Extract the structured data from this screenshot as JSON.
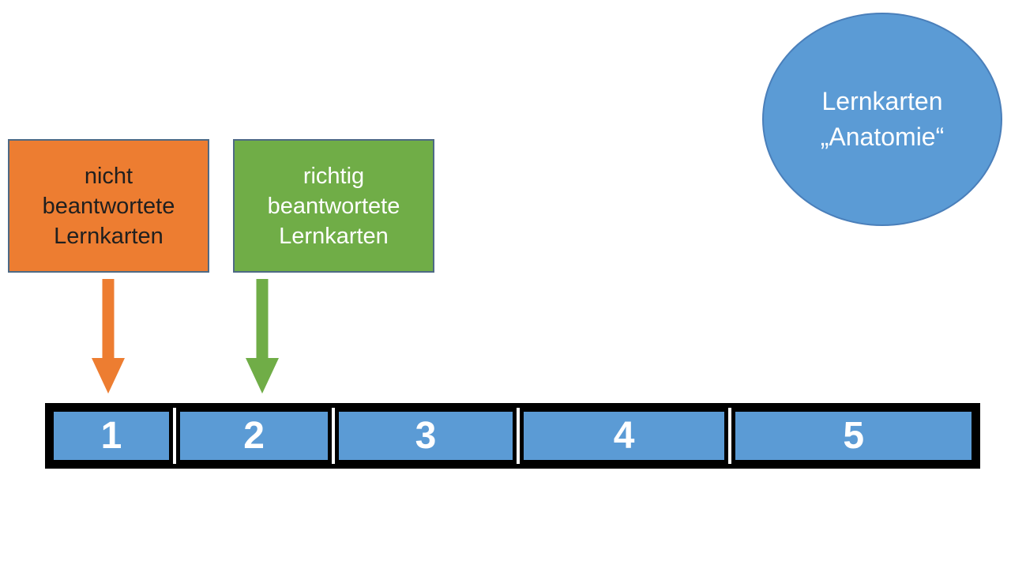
{
  "diagram": {
    "description_colors": {
      "orange_fill": "#ED7D31",
      "green_fill": "#70AD47",
      "blue_fill": "#5B9BD5",
      "shape_outline": "#4e6a85",
      "ellipse_outline": "#4a7fba",
      "bar_outline": "#000000",
      "orange_text": "#1f1f1f",
      "white_text": "#ffffff"
    },
    "not_answered_box": {
      "lines": [
        "nicht",
        "beantwortete",
        "Lernkarten"
      ]
    },
    "answered_box": {
      "lines": [
        "richtig",
        "beantwortete",
        "Lernkarten"
      ]
    },
    "deck_ellipse": {
      "lines": [
        "Lernkarten",
        "„Anatomie“"
      ]
    },
    "arrows": [
      {
        "name": "not-answered-arrow",
        "color": "#ED7D31",
        "points_to_box": "1"
      },
      {
        "name": "answered-arrow",
        "color": "#70AD47",
        "points_to_box": "2"
      }
    ],
    "leitner": {
      "box_numbers": [
        "1",
        "2",
        "3",
        "4",
        "5"
      ]
    }
  }
}
